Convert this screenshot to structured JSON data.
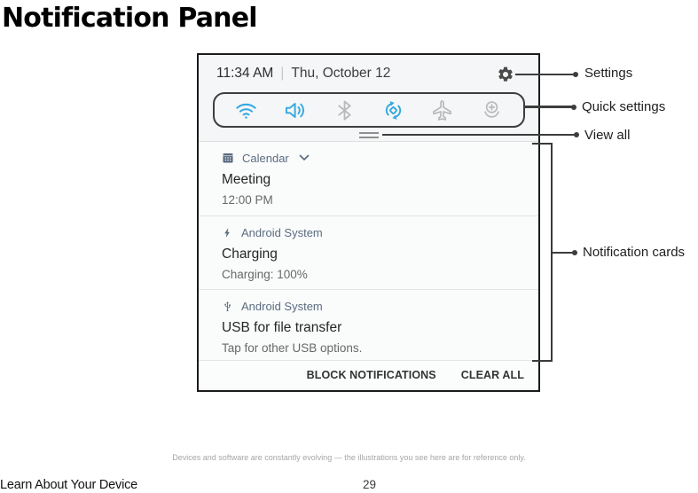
{
  "page": {
    "title": "Notification Panel",
    "footnote": "Devices and software are constantly evolving — the illustrations you see here are for reference only.",
    "footer_left": "Learn About Your Device",
    "page_number": "29"
  },
  "panel": {
    "status_bar": {
      "time": "11:34 AM",
      "divider": "|",
      "date": "Thu, October 12",
      "settings_icon": "gear-icon"
    },
    "quick_settings": {
      "icons": [
        {
          "name": "wifi-icon",
          "state": "on"
        },
        {
          "name": "volume-icon",
          "state": "on"
        },
        {
          "name": "bluetooth-icon",
          "state": "off"
        },
        {
          "name": "auto-rotate-icon",
          "state": "on"
        },
        {
          "name": "airplane-mode-icon",
          "state": "off"
        },
        {
          "name": "location-icon",
          "state": "off"
        }
      ]
    },
    "notifications": [
      {
        "icon": "calendar-icon",
        "app": "Calendar",
        "title": "Meeting",
        "subtitle": "12:00 PM"
      },
      {
        "icon": "bolt-icon",
        "app": "Android System",
        "title": "Charging",
        "subtitle": "Charging: 100%"
      },
      {
        "icon": "usb-icon",
        "app": "Android System",
        "title": "USB for file transfer",
        "subtitle": "Tap for other USB options."
      }
    ],
    "actions": {
      "block": "BLOCK NOTIFICATIONS",
      "clear_all": "CLEAR ALL"
    }
  },
  "callouts": {
    "settings": "Settings",
    "quick_settings": "Quick settings",
    "view_all": "View all",
    "notification_cards": "Notification cards"
  },
  "colors": {
    "active_blue": "#35a8e0",
    "inactive_gray": "#b9b9b9",
    "app_accent": "#5b6c80",
    "panel_border": "#1b1b1b",
    "callout": "#3d3d3d"
  }
}
